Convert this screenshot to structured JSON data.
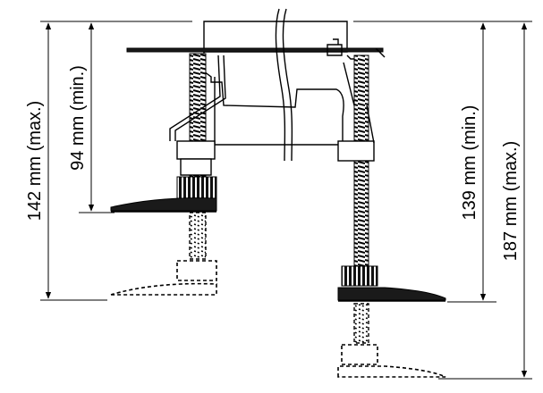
{
  "dimensions": {
    "left_max": "142 mm (max.)",
    "left_min": "94 mm (min.)",
    "right_min": "139 mm (min.)",
    "right_max": "187 mm (max.)"
  }
}
